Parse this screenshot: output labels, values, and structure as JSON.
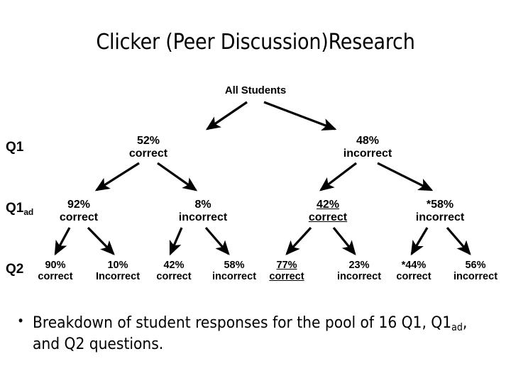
{
  "slide": {
    "title": "Clicker (Peer Discussion)Research"
  },
  "diagram": {
    "root": {
      "label": "All Students"
    },
    "row_labels": [
      {
        "name": "Q1",
        "base": "Q1",
        "sub": ""
      },
      {
        "name": "Q1ad",
        "base": "Q1",
        "sub": "ad"
      },
      {
        "name": "Q2",
        "base": "Q2",
        "sub": ""
      }
    ],
    "levels": {
      "q1": [
        {
          "pct": "52%",
          "label": "correct",
          "underlined": false,
          "asterisk": false
        },
        {
          "pct": "48%",
          "label": "incorrect",
          "underlined": false,
          "asterisk": false
        }
      ],
      "q1ad": [
        {
          "pct": "92%",
          "label": "correct",
          "underlined": false,
          "asterisk": false
        },
        {
          "pct": "8%",
          "label": "incorrect",
          "underlined": false,
          "asterisk": false
        },
        {
          "pct": "42%",
          "label": "correct",
          "underlined": true,
          "asterisk": false
        },
        {
          "pct": "*58%",
          "label": "incorrect",
          "underlined": false,
          "asterisk": true
        }
      ],
      "q2": [
        {
          "pct": "90%",
          "label": "correct",
          "underlined": false,
          "asterisk": false
        },
        {
          "pct": "10%",
          "label": "Incorrect",
          "underlined": false,
          "asterisk": false
        },
        {
          "pct": "42%",
          "label": "correct",
          "underlined": false,
          "asterisk": false
        },
        {
          "pct": "58%",
          "label": "incorrect",
          "underlined": false,
          "asterisk": false
        },
        {
          "pct": "77%",
          "label": "correct",
          "underlined": true,
          "asterisk": false
        },
        {
          "pct": "23%",
          "label": "incorrect",
          "underlined": false,
          "asterisk": false
        },
        {
          "pct": "*44%",
          "label": "correct",
          "underlined": false,
          "asterisk": true
        },
        {
          "pct": "56%",
          "label": "incorrect",
          "underlined": false,
          "asterisk": false
        }
      ]
    }
  },
  "body": {
    "bullet": {
      "part1": "Breakdown of student responses for the pool of 16 Q1, Q1",
      "sub": "ad",
      "part2": ", and Q2 questions.",
      "marker": "•"
    }
  },
  "colors": {
    "background": "#ffffff",
    "ink": "#000000"
  }
}
